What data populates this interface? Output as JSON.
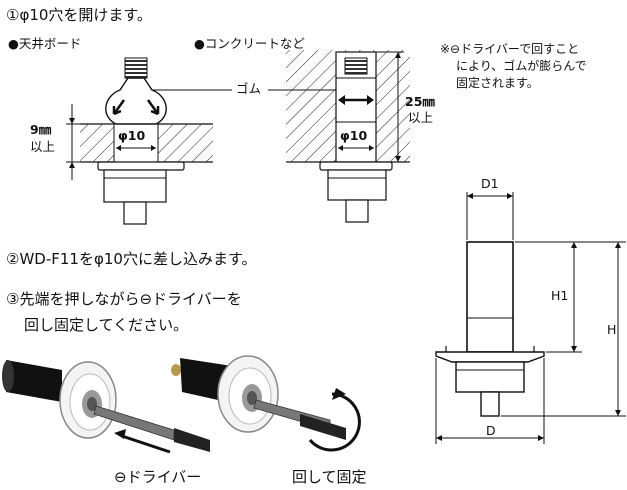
{
  "steps": {
    "step1": "①φ10穴を開けます。",
    "step2": "②WD-F11をφ10穴に差し込みます。",
    "step3_line1": "③先端を押しながら⊖ドライバーを",
    "step3_line2": "回し固定してください。"
  },
  "fig_left": {
    "label": "●天井ボード",
    "thickness_value": "9㎜",
    "thickness_suffix": "以上",
    "hole_label": "φ10"
  },
  "fig_right": {
    "label": "●コンクリートなど",
    "depth_value": "25㎜",
    "depth_suffix": "以上",
    "hole_label": "φ10"
  },
  "rubber_label": "ゴム",
  "note": {
    "line1": "※⊖ドライバーで回すこと",
    "line2": "により、ゴムが膨らんで",
    "line3": "固定されます。"
  },
  "dims": {
    "D1": "D1",
    "H1": "H1",
    "H": "H",
    "D": "D"
  },
  "photo_captions": {
    "left": "⊖ドライバー",
    "right": "回して固定"
  }
}
